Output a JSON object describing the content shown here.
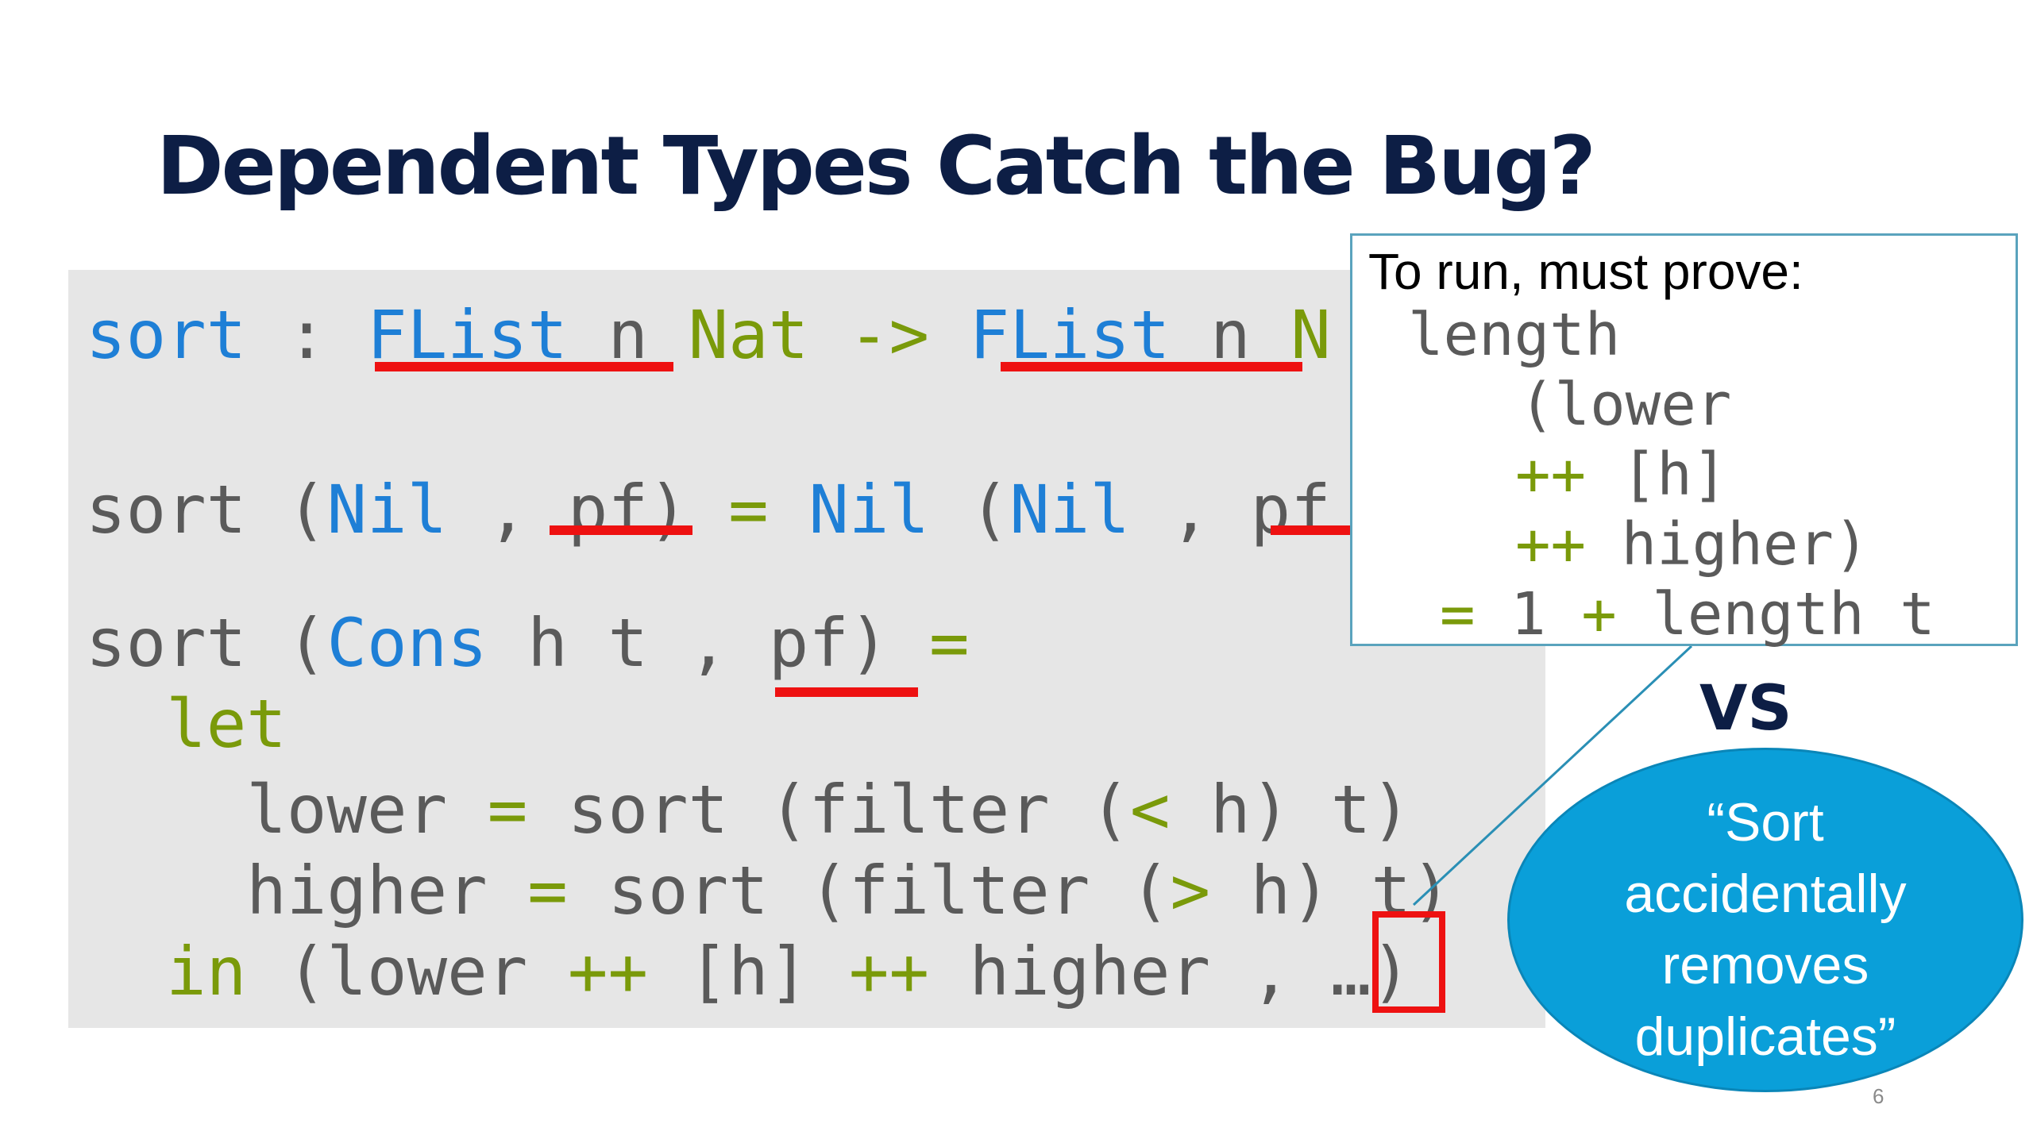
{
  "slide": {
    "title": "Dependent Types Catch the Bug?",
    "page_number": "6"
  },
  "code": {
    "line1": [
      {
        "text": "sort",
        "role": "fn"
      },
      {
        "text": " : ",
        "role": "plain"
      },
      {
        "text": "FList",
        "role": "type"
      },
      {
        "text": " n ",
        "role": "plain"
      },
      {
        "text": "Nat",
        "role": "kw"
      },
      {
        "text": " -> ",
        "role": "kw"
      },
      {
        "text": "FList",
        "role": "type"
      },
      {
        "text": " n ",
        "role": "plain"
      },
      {
        "text": "N",
        "role": "kw"
      }
    ],
    "line2": [
      {
        "text": "sort (",
        "role": "plain"
      },
      {
        "text": "Nil",
        "role": "type"
      },
      {
        "text": " , pf) ",
        "role": "plain"
      },
      {
        "text": "=",
        "role": "kw"
      },
      {
        "text": " ",
        "role": "plain"
      },
      {
        "text": "Nil",
        "role": "type"
      },
      {
        "text": " (",
        "role": "plain"
      },
      {
        "text": "Nil",
        "role": "type"
      },
      {
        "text": " , pf",
        "role": "plain"
      }
    ],
    "line3": [
      {
        "text": "sort (",
        "role": "plain"
      },
      {
        "text": "Cons",
        "role": "type"
      },
      {
        "text": " h t , pf) ",
        "role": "plain"
      },
      {
        "text": "=",
        "role": "kw"
      }
    ],
    "line4": [
      {
        "text": "  let",
        "role": "kw"
      }
    ],
    "line5": [
      {
        "text": "    lower ",
        "role": "plain"
      },
      {
        "text": "=",
        "role": "kw"
      },
      {
        "text": " sort (filter (",
        "role": "plain"
      },
      {
        "text": "<",
        "role": "kw"
      },
      {
        "text": " h) t)",
        "role": "plain"
      }
    ],
    "line6": [
      {
        "text": "    higher ",
        "role": "plain"
      },
      {
        "text": "=",
        "role": "kw"
      },
      {
        "text": " sort (filter (",
        "role": "plain"
      },
      {
        "text": ">",
        "role": "kw"
      },
      {
        "text": " h) t)",
        "role": "plain"
      }
    ],
    "line7": [
      {
        "text": "  in",
        "role": "kw"
      },
      {
        "text": " (lower ",
        "role": "plain"
      },
      {
        "text": "++",
        "role": "kw"
      },
      {
        "text": " [h] ",
        "role": "plain"
      },
      {
        "text": "++",
        "role": "kw"
      },
      {
        "text": " higher , ",
        "role": "plain"
      },
      {
        "text": "…",
        "role": "plain"
      },
      {
        "text": ")",
        "role": "plain"
      }
    ]
  },
  "callout": {
    "title": "To run, must prove:",
    "lines": [
      [
        {
          "text": "length",
          "role": "plain"
        }
      ],
      [
        {
          "text": "(lower",
          "role": "plain"
        }
      ],
      [
        {
          "text": "++",
          "role": "kw"
        },
        {
          "text": " [h]",
          "role": "plain"
        }
      ],
      [
        {
          "text": "++",
          "role": "kw"
        },
        {
          "text": " higher)",
          "role": "plain"
        }
      ],
      [
        {
          "text": "=",
          "role": "kw"
        },
        {
          "text": " 1 ",
          "role": "plain"
        },
        {
          "text": "+",
          "role": "kw"
        },
        {
          "text": " length t",
          "role": "plain"
        }
      ]
    ]
  },
  "comparison": {
    "label": "VS",
    "bubble_lines": [
      "“Sort",
      "accidentally",
      "removes",
      "duplicates”"
    ]
  },
  "colors": {
    "fn": "#1e7fd6",
    "type": "#1e7fd6",
    "kw": "#7a9a0a",
    "plain": "#5a5a5a",
    "underline": "#ee1111",
    "title": "#0d1e45",
    "bubble": "#0a9fd9",
    "callout_border": "#5aa3bd"
  }
}
